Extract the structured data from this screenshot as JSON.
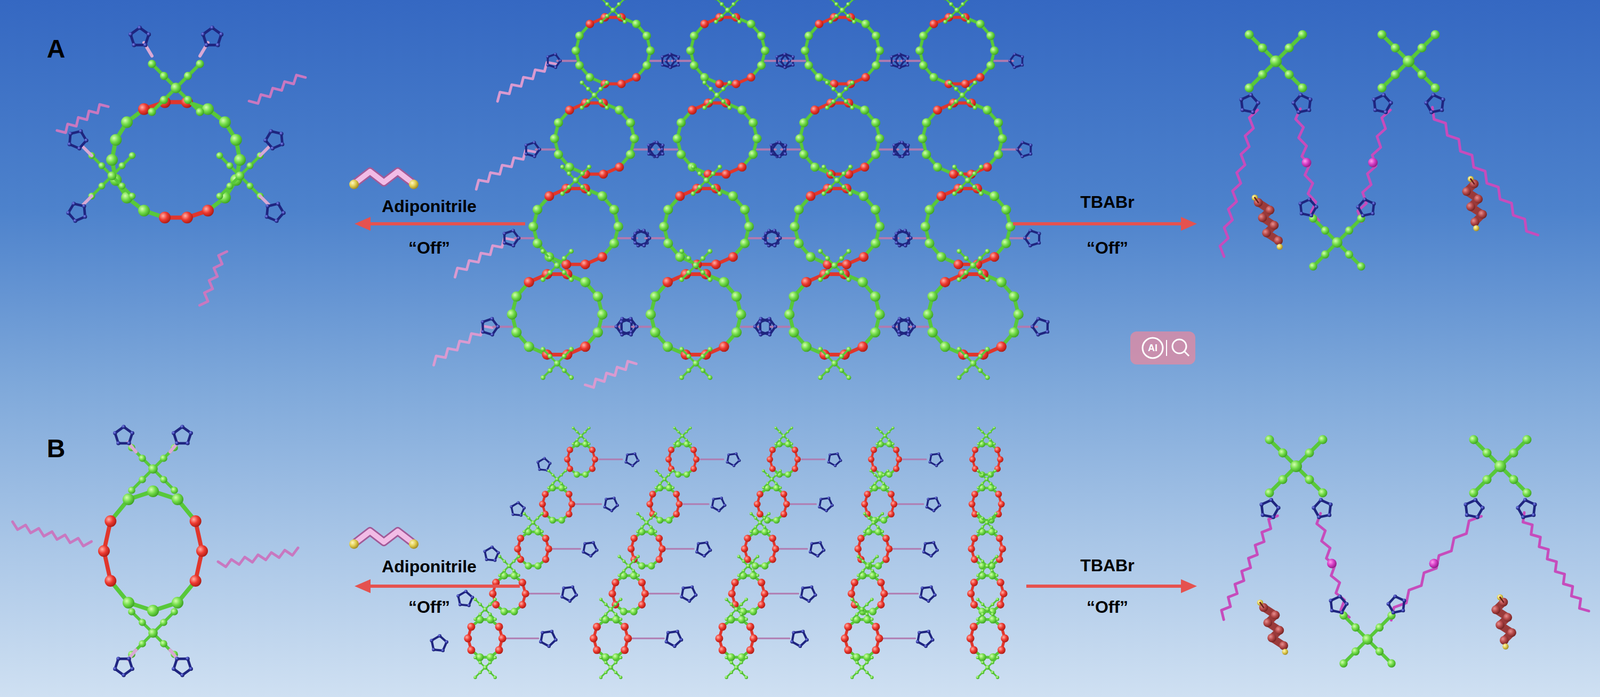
{
  "diagram": {
    "labels": [
      "A",
      "Adiponitrile",
      "“Off”",
      "TBABr",
      "“Off”",
      "AI",
      "B",
      "Adiponitrile",
      "“Off”",
      "TBABr",
      "“Off”"
    ]
  }
}
